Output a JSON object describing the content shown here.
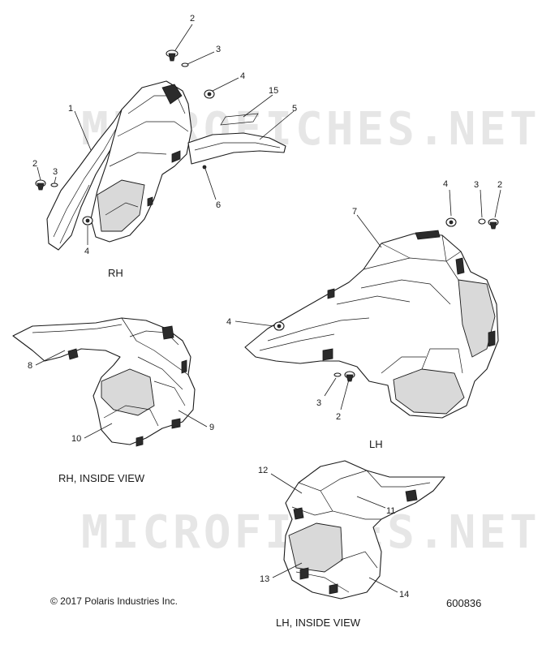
{
  "watermarks": [
    "MICROFICHES.NET",
    "MICROFICHES.NET"
  ],
  "views": {
    "rh": "RH",
    "rh_inside": "RH, INSIDE VIEW",
    "lh": "LH",
    "lh_inside": "LH, INSIDE VIEW"
  },
  "callouts": {
    "c1": "1",
    "c2a": "2",
    "c3a": "3",
    "c4a": "4",
    "c15": "15",
    "c5": "5",
    "c2b": "2",
    "c3b": "3",
    "c6": "6",
    "c4b": "4",
    "c4c": "4",
    "c3c": "3",
    "c2c": "2",
    "c7": "7",
    "c4d": "4",
    "c3d": "3",
    "c2d": "2",
    "c8": "8",
    "c9": "9",
    "c10": "10",
    "c12": "12",
    "c11": "11",
    "c13": "13",
    "c14": "14"
  },
  "footer": {
    "copyright": "© 2017 Polaris Industries Inc.",
    "diagram_number": "600836"
  }
}
